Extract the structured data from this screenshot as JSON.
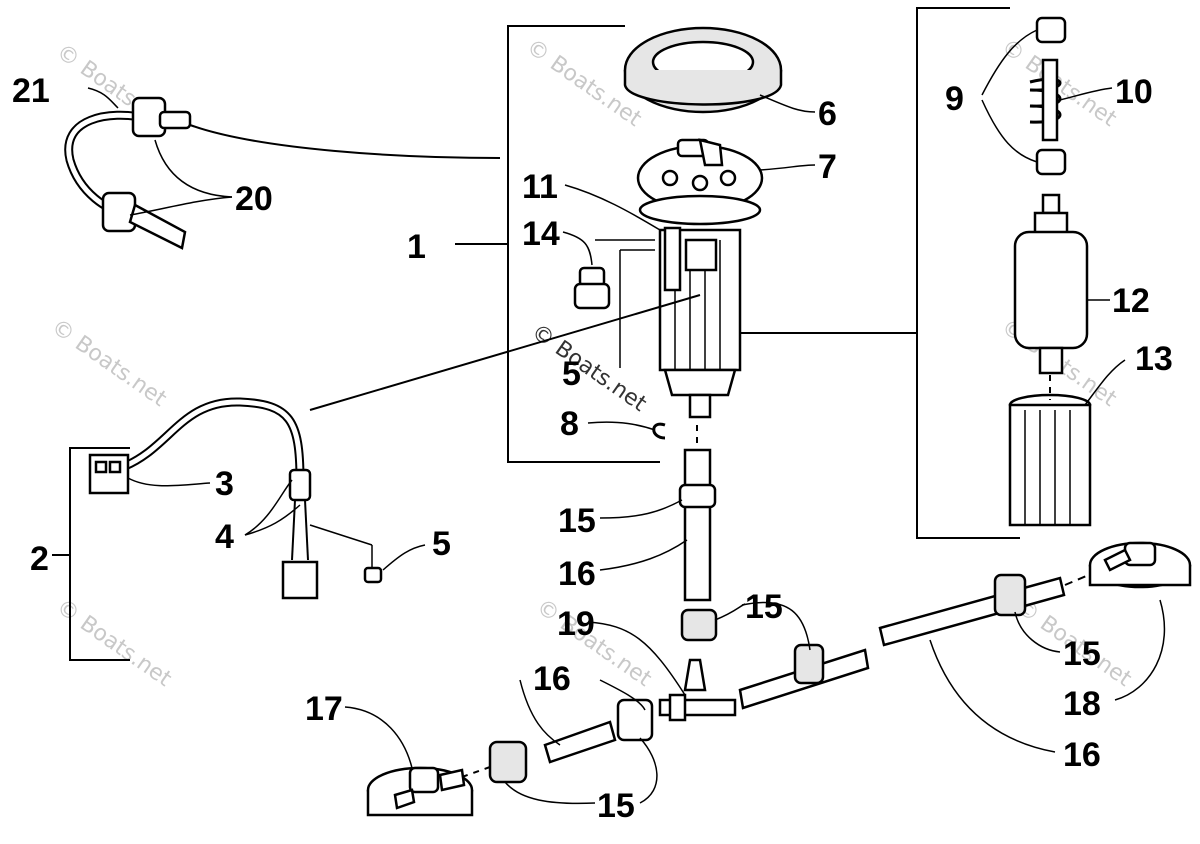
{
  "watermark": {
    "text": "© Boats.net",
    "center_text": "© Boats.net"
  },
  "callouts": [
    {
      "id": "1",
      "label": "1"
    },
    {
      "id": "2",
      "label": "2"
    },
    {
      "id": "3",
      "label": "3"
    },
    {
      "id": "4",
      "label": "4"
    },
    {
      "id": "5a",
      "label": "5"
    },
    {
      "id": "5b",
      "label": "5"
    },
    {
      "id": "6",
      "label": "6"
    },
    {
      "id": "7",
      "label": "7"
    },
    {
      "id": "8",
      "label": "8"
    },
    {
      "id": "9",
      "label": "9"
    },
    {
      "id": "10",
      "label": "10"
    },
    {
      "id": "11",
      "label": "11"
    },
    {
      "id": "12",
      "label": "12"
    },
    {
      "id": "13",
      "label": "13"
    },
    {
      "id": "14",
      "label": "14"
    },
    {
      "id": "15a",
      "label": "15"
    },
    {
      "id": "15b",
      "label": "15"
    },
    {
      "id": "15c",
      "label": "15"
    },
    {
      "id": "15d",
      "label": "15"
    },
    {
      "id": "16a",
      "label": "16"
    },
    {
      "id": "16b",
      "label": "16"
    },
    {
      "id": "16c",
      "label": "16"
    },
    {
      "id": "17",
      "label": "17"
    },
    {
      "id": "18",
      "label": "18"
    },
    {
      "id": "19",
      "label": "19"
    },
    {
      "id": "20",
      "label": "20"
    },
    {
      "id": "21",
      "label": "21"
    }
  ]
}
